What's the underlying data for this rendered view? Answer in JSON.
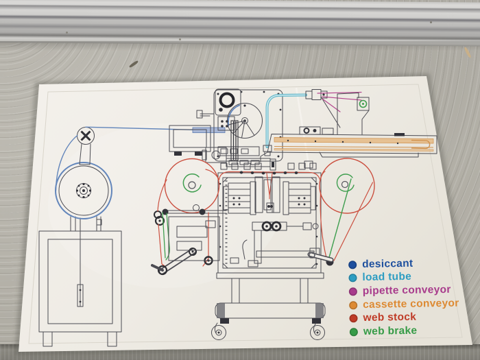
{
  "legend": {
    "items": [
      {
        "label": "desiccant",
        "color": "#1d4f9e"
      },
      {
        "label": "load tube",
        "color": "#2d9dc2"
      },
      {
        "label": "pipette conveyor",
        "color": "#a83b8c"
      },
      {
        "label": "cassette conveyor",
        "color": "#dd8a33"
      },
      {
        "label": "web stock",
        "color": "#bf3b27"
      },
      {
        "label": "web brake",
        "color": "#369b47"
      }
    ]
  },
  "diagram_colors": {
    "outline": "#4b4b52",
    "desiccant": "#6386bb",
    "load_tube": "#59b4c6",
    "pipette": "#b4488f",
    "cassette": "#cf8f4a",
    "web_stock": "#cb5040",
    "web_brake": "#3f9e4f"
  }
}
